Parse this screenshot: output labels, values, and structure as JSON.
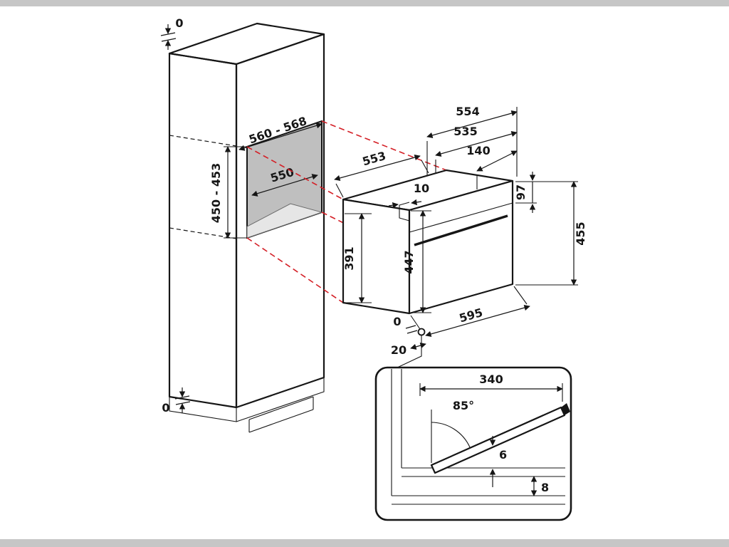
{
  "colors": {
    "line": "#161616",
    "projection_red": "#d41f26",
    "niche_back_wall": "#bfbfbf",
    "niche_floor": "#e6e6e6",
    "page_bar": "#c6c6c6",
    "door_tip": "#141414"
  },
  "cabinet": {
    "top_clearance": "0",
    "bottom_clearance": "0",
    "niche_width": "560 - 568",
    "niche_height": "450 - 453",
    "niche_depth": "550"
  },
  "oven": {
    "body_top_width": "554",
    "body_mid_width": "535",
    "panel_depth": "140",
    "body_depth": "553",
    "frame_offset": "10",
    "body_rear_height": "391",
    "front_height": "447",
    "panel_height": "97",
    "overall_height": "455",
    "overall_width": "595",
    "front_clearance": "0",
    "bottom_gap": "20"
  },
  "door_detail": {
    "door_projection": "340",
    "opening_angle": "85°",
    "gap_under_door": "6",
    "bottom_gap": "8"
  }
}
